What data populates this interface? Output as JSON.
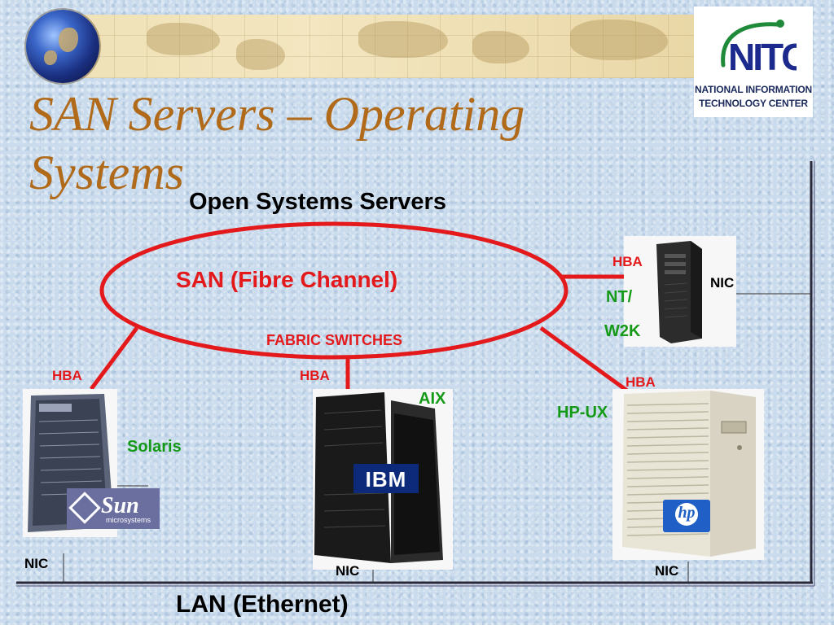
{
  "slide": {
    "title": "SAN Servers – Operating Systems",
    "logo": {
      "text": "NITC",
      "caption_line1": "NATIONAL INFORMATION",
      "caption_line2": "TECHNOLOGY CENTER"
    }
  },
  "diagram": {
    "open_systems_label": "Open Systems Servers",
    "san_label": "SAN (Fibre Channel)",
    "fabric_label": "FABRIC SWITCHES",
    "lan_label": "LAN (Ethernet)",
    "hba": "HBA",
    "nic": "NIC",
    "servers": {
      "solaris": {
        "os": "Solaris",
        "brand": "Sun",
        "brand_sub": "microsystems"
      },
      "aix": {
        "os": "AIX",
        "brand": "IBM"
      },
      "hpux": {
        "os": "HP-UX",
        "brand": "hp"
      },
      "nt": {
        "os_line1": "NT/",
        "os_line2": "W2K"
      }
    }
  },
  "colors": {
    "title": "#b06a1a",
    "link": "#e3191c",
    "os_label": "#159a18",
    "lan_line": "#2a2a3a",
    "background": "#c9dbec"
  }
}
